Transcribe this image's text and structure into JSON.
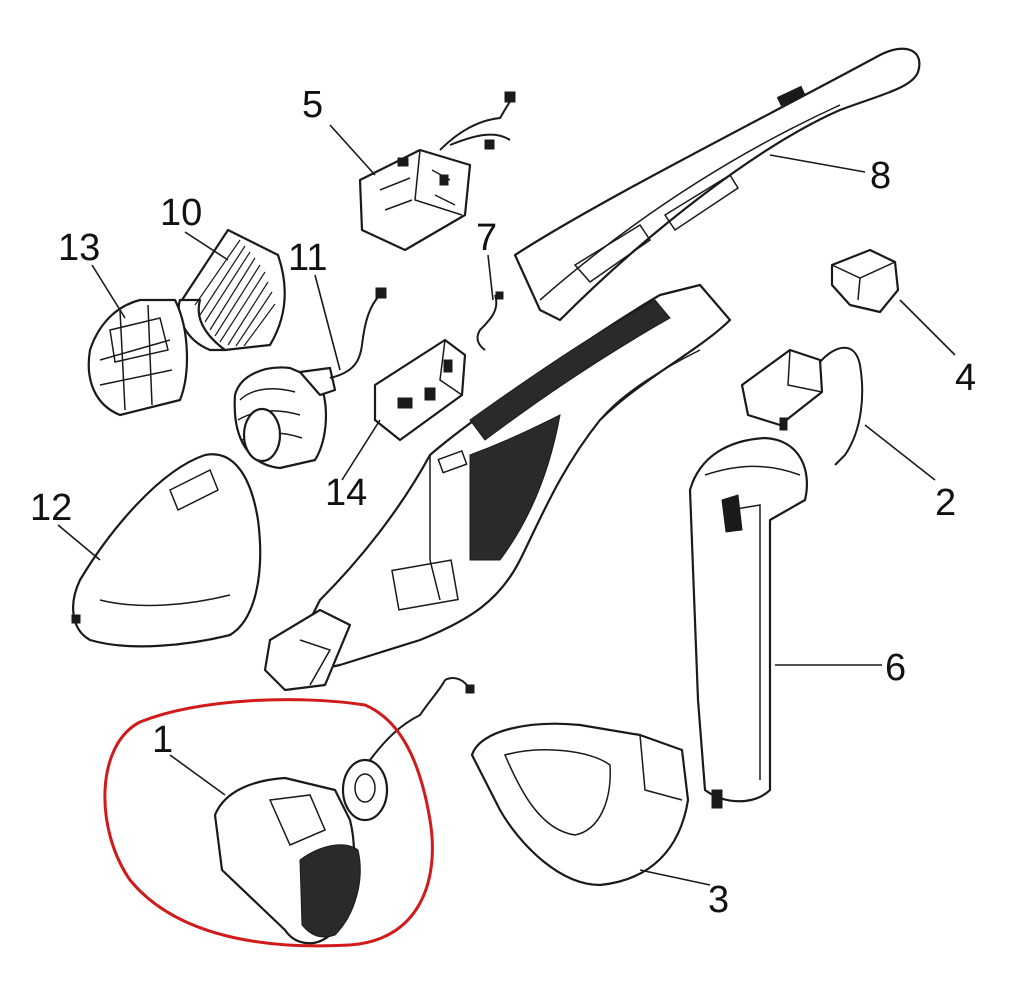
{
  "diagram": {
    "colors": {
      "line": "#1a1a1a",
      "highlight": "#d11a1a",
      "background": "#ffffff"
    },
    "callouts": [
      {
        "id": "1",
        "label": "1"
      },
      {
        "id": "2",
        "label": "2"
      },
      {
        "id": "3",
        "label": "3"
      },
      {
        "id": "4",
        "label": "4"
      },
      {
        "id": "5",
        "label": "5"
      },
      {
        "id": "6",
        "label": "6"
      },
      {
        "id": "7",
        "label": "7"
      },
      {
        "id": "8",
        "label": "8"
      },
      {
        "id": "10",
        "label": "10"
      },
      {
        "id": "11",
        "label": "11"
      },
      {
        "id": "12",
        "label": "12"
      },
      {
        "id": "13",
        "label": "13"
      },
      {
        "id": "14",
        "label": "14"
      }
    ],
    "highlighted_part": "1"
  }
}
